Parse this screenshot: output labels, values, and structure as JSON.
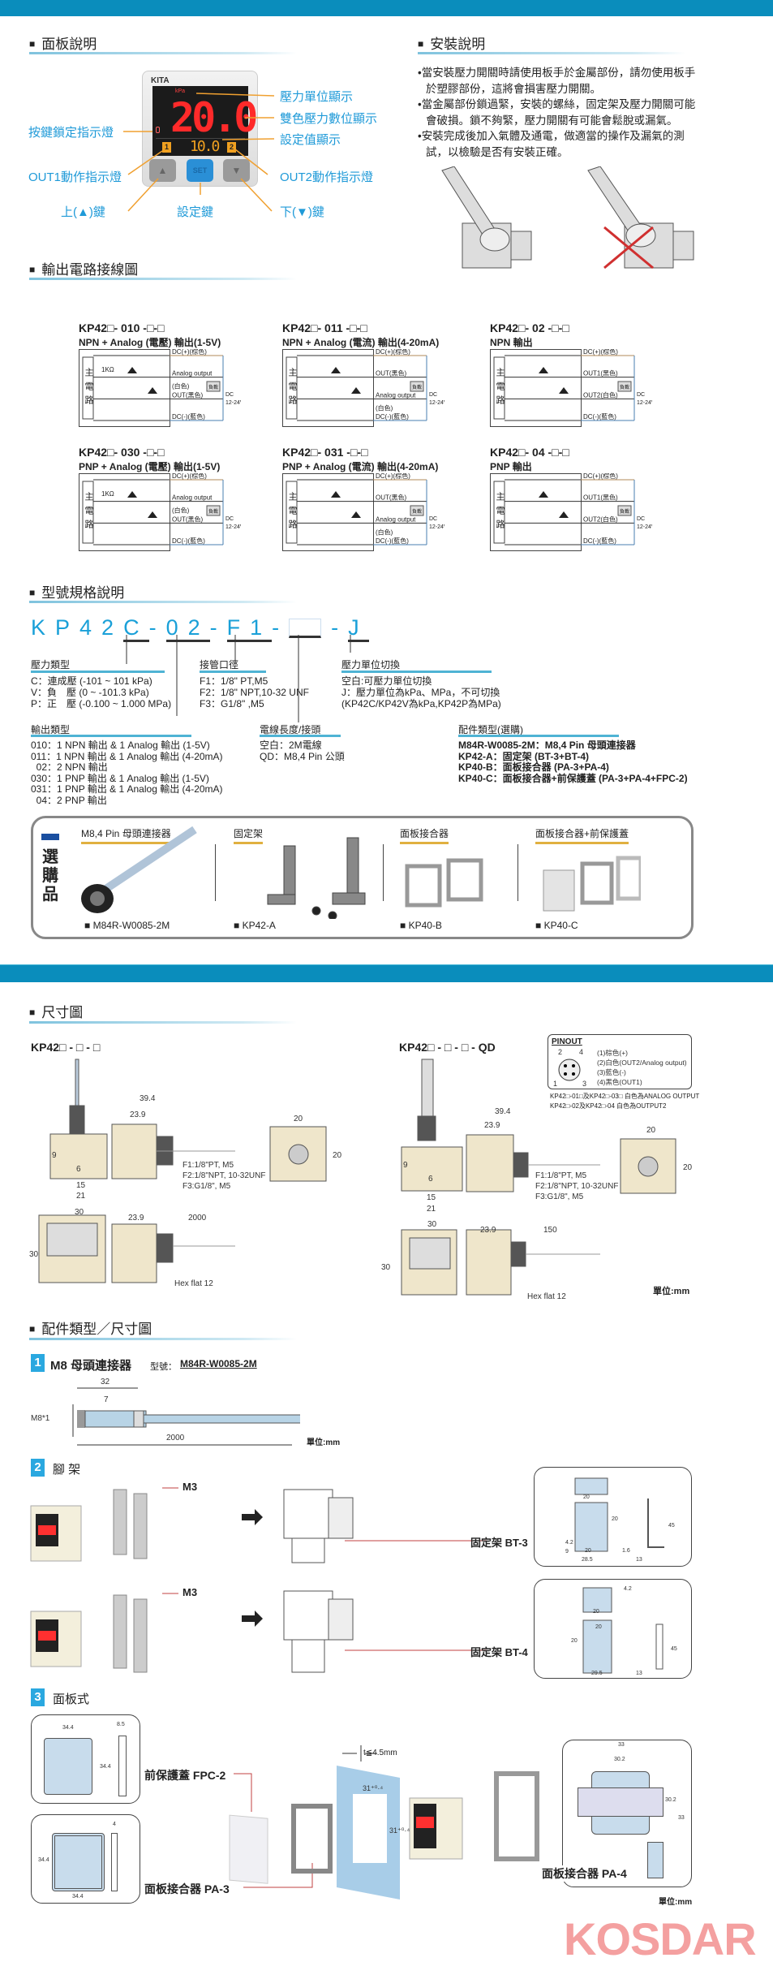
{
  "colors": {
    "accent": "#0a8dbc",
    "label_blue": "#1f9ad8",
    "arrow_orange": "#f0a030",
    "display_red": "#ff2a2a",
    "kosdar": "#f4a0a0"
  },
  "panel": {
    "title": "面板說明",
    "device": {
      "brand": "KITA",
      "unit": "kPa",
      "main_value": "20.0",
      "set_value": "10.0",
      "out1": "1",
      "out2": "2",
      "up": "▲",
      "set": "SET",
      "down": "▼"
    },
    "labels": {
      "unit_display": "壓力單位顯示",
      "dual_display": "雙色壓力數位顯示",
      "set_display": "設定值顯示",
      "key_lock": "按鍵鎖定指示燈",
      "out1": "OUT1動作指示燈",
      "out2": "OUT2動作指示燈",
      "up_key": "上(▲)鍵",
      "set_key": "設定鍵",
      "down_key": "下(▼)鍵"
    }
  },
  "install": {
    "title": "安裝說明",
    "bullets": [
      "•當安裝壓力開關時請使用板手於金屬部份，請勿使用板手於塑膠部份，這將會損害壓力開關。",
      "•當金屬部份鎖過緊，安裝的螺絲，固定架及壓力開關可能會破損。鎖不夠緊，壓力開關有可能會鬆脫或漏氣。",
      "•安裝完成後加入氣體及通電，做適當的操作及漏氣的測試，以檢驗是否有安裝正確。"
    ]
  },
  "circuits": {
    "title": "輸出電路接線圖",
    "items": [
      {
        "model": "KP42□- 010 -□-□",
        "desc": "NPN + Analog (電壓) 輸出(1-5V)",
        "wires": [
          "DC(+)(棕色)",
          "Analog output",
          "(白色)",
          "OUT(黑色)",
          "DC(-)(藍色)"
        ],
        "resistor": "1KΩ",
        "load": "負載",
        "supply": "DC",
        "voltage": "12-24V",
        "main": "主電路"
      },
      {
        "model": "KP42□- 011 -□-□",
        "desc": "NPN + Analog (電流) 輸出(4-20mA)",
        "wires": [
          "DC(+)(棕色)",
          "OUT(黑色)",
          "Analog output",
          "(白色)",
          "DC(-)(藍色)"
        ],
        "load": "負載",
        "supply": "DC",
        "voltage": "12-24V",
        "main": "主電路"
      },
      {
        "model": "KP42□- 02 -□-□",
        "desc": "NPN 輸出",
        "wires": [
          "DC(+)(棕色)",
          "OUT1(黑色)",
          "OUT2(白色)",
          "DC(-)(藍色)"
        ],
        "load": "負載",
        "supply": "DC",
        "voltage": "12-24V",
        "main": "主電路"
      },
      {
        "model": "KP42□- 030 -□-□",
        "desc": "PNP + Analog (電壓) 輸出(1-5V)",
        "wires": [
          "DC(+)(棕色)",
          "Analog output",
          "(白色)",
          "OUT(黑色)",
          "DC(-)(藍色)"
        ],
        "resistor": "1KΩ",
        "load": "負載",
        "supply": "DC",
        "voltage": "12-24V",
        "main": "主電路"
      },
      {
        "model": "KP42□- 031 -□-□",
        "desc": "PNP + Analog (電流) 輸出(4-20mA)",
        "wires": [
          "DC(+)(棕色)",
          "OUT(黑色)",
          "Analog output",
          "(白色)",
          "DC(-)(藍色)"
        ],
        "load": "負載",
        "supply": "DC",
        "voltage": "12-24V",
        "main": "主電路"
      },
      {
        "model": "KP42□- 04 -□-□",
        "desc": "PNP 輸出",
        "wires": [
          "DC(+)(棕色)",
          "OUT1(黑色)",
          "OUT2(白色)",
          "DC(-)(藍色)"
        ],
        "load": "負載",
        "supply": "DC",
        "voltage": "12-24V",
        "main": "主電路"
      }
    ]
  },
  "model": {
    "title": "型號規格說明",
    "code": {
      "prefix": "KP42",
      "pressure": "C",
      "sep": "-",
      "output": "02",
      "port": "F1",
      "cable": "",
      "unit": "J"
    },
    "pressure_type": {
      "heading": "壓力類型",
      "lines": [
        "C：連成壓 (-101 ~ 101 kPa)",
        "V：負　壓 (0 ~ -101.3 kPa)",
        "P：正　壓 (-0.100 ~ 1.000 MPa)"
      ]
    },
    "port": {
      "heading": "接管口徑",
      "lines": [
        "F1：1/8\" PT,M5",
        "F2：1/8\" NPT,10-32 UNF",
        "F3：G1/8\" ,M5"
      ]
    },
    "unit_switch": {
      "heading": "壓力單位切換",
      "lines": [
        "空白:可壓力單位切換",
        "J：壓力單位為kPa、MPa，不可切換",
        "(KP42C/KP42V為kPa,KP42P為MPa)"
      ]
    },
    "output_type": {
      "heading": "輸出類型",
      "lines": [
        "010：1 NPN 輸出 & 1 Analog 輸出 (1-5V)",
        "011：1 NPN 輸出 & 1 Analog 輸出 (4-20mA)",
        "  02：2 NPN 輸出",
        "030：1 PNP 輸出 & 1 Analog 輸出 (1-5V)",
        "031：1 PNP 輸出 & 1 Analog 輸出 (4-20mA)",
        "  04：2 PNP 輸出"
      ]
    },
    "cable": {
      "heading": "電線長度/接頭",
      "lines": [
        "空白：2M電線",
        "QD：M8,4 Pin 公頭"
      ]
    },
    "accessory": {
      "heading": "配件類型(選購)",
      "lines": [
        "M84R-W0085-2M：M8,4 Pin 母頭連接器",
        "KP42-A：固定架 (BT-3+BT-4)",
        "KP40-B：面板接合器 (PA-3+PA-4)",
        "KP40-C：面板接合器+前保護蓋 (PA-3+PA-4+FPC-2)"
      ]
    }
  },
  "options": {
    "title": "選購品",
    "items": [
      {
        "heading": "M8,4 Pin 母頭連接器",
        "code": "■ M84R-W0085-2M"
      },
      {
        "heading": "固定架",
        "code": "■ KP42-A"
      },
      {
        "heading": "面板接合器",
        "code": "■ KP40-B"
      },
      {
        "heading": "面板接合器+前保護蓋",
        "code": "■ KP40-C"
      }
    ]
  },
  "dimensions": {
    "title": "尺寸圖",
    "std": {
      "model": "KP42□ - □ - □",
      "d39": "39.4",
      "d23": "23.9",
      "d20a": "20",
      "d20b": "20",
      "d9": "9",
      "d6": "6",
      "d15": "15",
      "d21": "21",
      "w30": "30",
      "h30": "30",
      "d23b": "23.9",
      "cable": "2000",
      "hex": "Hex flat 12",
      "ports": [
        "F1:1/8\"PT, M5",
        "F2:1/8\"NPT, 10-32UNF",
        "F3:G1/8\", M5"
      ]
    },
    "qd": {
      "model": "KP42□ - □ - □ - QD",
      "d39": "39.4",
      "d23": "23.9",
      "d20a": "20",
      "d20b": "20",
      "d9": "9",
      "d6": "6",
      "d15": "15",
      "d21": "21",
      "w30": "30",
      "h30": "30",
      "d23b": "23.9",
      "cable": "150",
      "hex": "Hex flat 12",
      "ports": [
        "F1:1/8\"PT, M5",
        "F2:1/8\"NPT, 10-32UNF",
        "F3:G1/8\", M5"
      ]
    },
    "pinout": {
      "title": "PINOUT",
      "pins": [
        "(1)棕色(+)",
        "(2)白色(OUT2/Analog output)",
        "(3)藍色(-)",
        "(4)黑色(OUT1)"
      ],
      "nums": [
        "2",
        "4",
        "1",
        "3"
      ],
      "notes": [
        "KP42□-01□及KP42□-03□ 白色為ANALOG OUTPUT",
        "KP42□-02及KP42□-04 白色為OUTPUT2"
      ]
    },
    "unit": "單位:mm"
  },
  "accessories": {
    "title": "配件類型／尺寸圖",
    "connector": {
      "num": "1",
      "name": "M8 母頭連接器",
      "model_label": "型號：",
      "model": "M84R-W0085-2M",
      "d32": "32",
      "d7": "7",
      "thread": "M8*1",
      "length": "2000",
      "unit": "單位:mm"
    },
    "bracket": {
      "num": "2",
      "name": "腳 架",
      "screw": "M3",
      "bt3": "固定架 BT-3",
      "bt4": "固定架 BT-4",
      "bt3_dims": [
        "20",
        "20",
        "45",
        "4.2",
        "9",
        "20",
        "28.5",
        "1.6",
        "13"
      ],
      "bt4_dims": [
        "20",
        "20",
        "20",
        "45",
        "4.2",
        "29.5",
        "13"
      ]
    },
    "panel": {
      "num": "3",
      "name": "面板式",
      "fpc": "前保護蓋  FPC-2",
      "pa3": "面板接合器 PA-3",
      "pa4": "面板接合器 PA-4",
      "thickness": "t≦4.5mm",
      "cutout": "31⁺⁰·⁴",
      "fpc_dims": [
        "34.4",
        "8.5",
        "34.4"
      ],
      "pa3_dims": [
        "34.4",
        "4",
        "34.4"
      ],
      "pa4_dims": [
        "33",
        "30.2",
        "30.2",
        "33"
      ],
      "unit": "單位:mm"
    }
  },
  "brand": "KOSDAR"
}
